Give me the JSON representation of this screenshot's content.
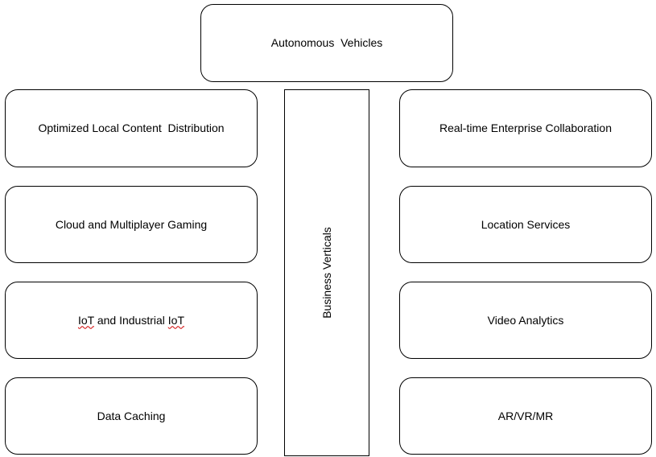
{
  "diagram": {
    "top": "Autonomous  Vehicles",
    "center": "Business Verticals",
    "left": [
      "Optimized Local Content  Distribution",
      "Cloud and Multiplayer Gaming",
      "Data Caching"
    ],
    "left_iot": {
      "word1": "IoT",
      "middle": " and Industrial ",
      "word2": "IoT"
    },
    "right": [
      "Real-time Enterprise Collaboration",
      "Location Services",
      "Video Analytics",
      "AR/VR/MR"
    ]
  },
  "colors": {
    "border": "#000000",
    "background": "#ffffff",
    "spellcheck": "#d00000"
  }
}
